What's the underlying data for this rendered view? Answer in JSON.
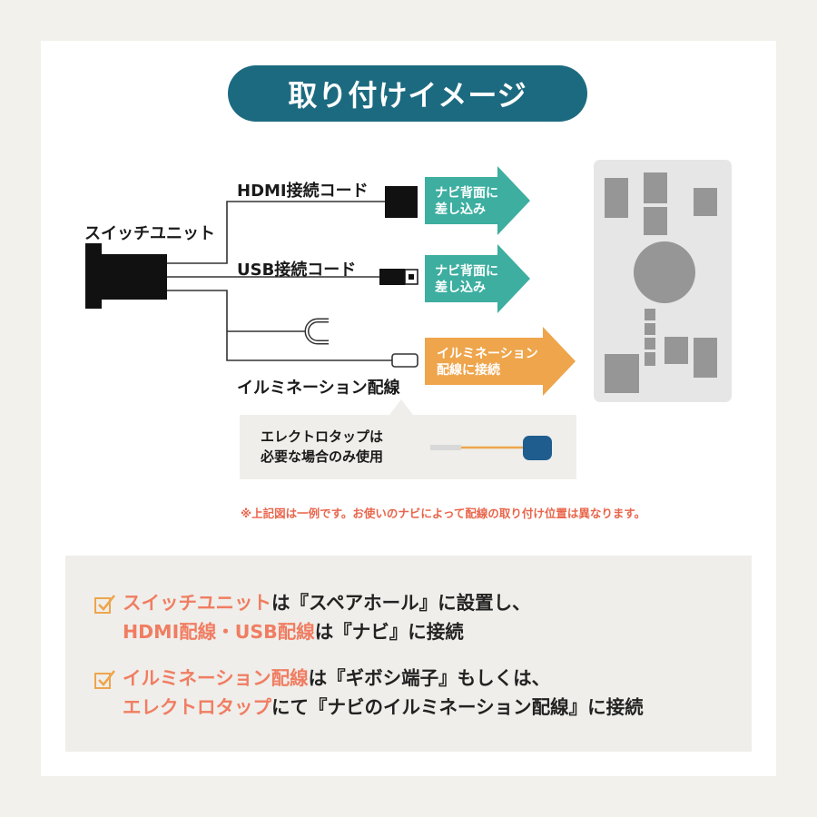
{
  "title": "取り付けイメージ",
  "labels": {
    "switch_unit": "スイッチユニット",
    "hdmi_cord": "HDMI接続コード",
    "usb_cord": "USB接続コード",
    "illumination": "イルミネーション配線"
  },
  "arrows": [
    {
      "line1": "ナビ背面に",
      "line2": "差し込み",
      "color": "#3daea0"
    },
    {
      "line1": "ナビ背面に",
      "line2": "差し込み",
      "color": "#3daea0"
    },
    {
      "line1": "イルミネーション",
      "line2": "配線に接続",
      "color": "#eea54c"
    }
  ],
  "tap": {
    "line1": "エレクトロタップは",
    "line2": "必要な場合のみ使用"
  },
  "note": "※上記図は一例です。お使いのナビによって配線の取り付け位置は異なります。",
  "info": [
    {
      "l1_hl": "スイッチユニット",
      "l1_rest": "は『スペアホール』に設置し、",
      "l2_hl": "HDMI配線・USB配線",
      "l2_rest": "は『ナビ』に接続"
    },
    {
      "l1_hl": "イルミネーション配線",
      "l1_rest": "は『ギボシ端子』もしくは、",
      "l2_hl": "エレクトロタップ",
      "l2_rest": "にて『ナビのイルミネーション配線』に接続"
    }
  ],
  "colors": {
    "title_bg": "#1c6a80",
    "teal": "#3daea0",
    "orange": "#eea54c",
    "accent": "#f07d62",
    "nav_panel": "#e6e6e6",
    "nav_block": "#969696"
  }
}
